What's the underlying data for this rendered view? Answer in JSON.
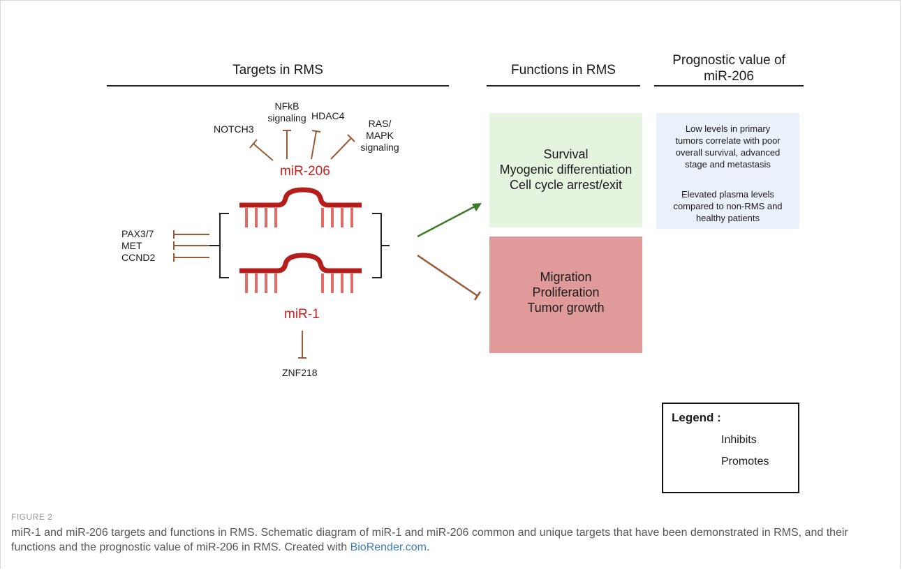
{
  "headers": {
    "targets": "Targets in RMS",
    "functions": "Functions in RMS",
    "prognostic_line1": "Prognostic value of",
    "prognostic_line2": "miR-206"
  },
  "mirnas": {
    "mir206": "miR-206",
    "mir1": "miR-1"
  },
  "targets_mir206": {
    "notch3": "NOTCH3",
    "nfkb_line1": "NFkB",
    "nfkb_line2": "signaling",
    "hdac4": "HDAC4",
    "ras_line1": "RAS/",
    "ras_line2": "MAPK",
    "ras_line3": "signaling"
  },
  "targets_common": [
    "PAX3/7",
    "MET",
    "CCND2"
  ],
  "targets_mir1": {
    "znf218": "ZNF218"
  },
  "functions": {
    "promoted": [
      "Survival",
      "Myogenic differentiation",
      "Cell cycle arrest/exit"
    ],
    "inhibited": [
      "Migration",
      "Proliferation",
      "Tumor growth"
    ]
  },
  "prognostic": {
    "p1": [
      "Low levels in primary",
      "tumors correlate with poor",
      "overall survival, advanced",
      "stage and metastasis"
    ],
    "p2": [
      "Elevated plasma levels",
      "compared to non-RMS and",
      "healthy patients"
    ]
  },
  "legend": {
    "title": "Legend :",
    "inhibits": "Inhibits",
    "promotes": "Promotes"
  },
  "colors": {
    "mirna_red": "#c8201d",
    "inhibit_brown": "#9b5a35",
    "promote_green": "#3f7a2a",
    "promoted_box": "#e4f4df",
    "inhibited_box": "#e09a99",
    "prognostic_box": "#eaf1fb"
  },
  "caption": {
    "figure_label": "FIGURE 2",
    "text": "miR-1 and miR-206 targets and functions in RMS. Schematic diagram of miR-1 and miR-206 common and unique targets that have been demonstrated in RMS, and their functions and the prognostic value of miR-206 in RMS. Created with ",
    "link_text": "BioRender.com",
    "suffix": "."
  }
}
